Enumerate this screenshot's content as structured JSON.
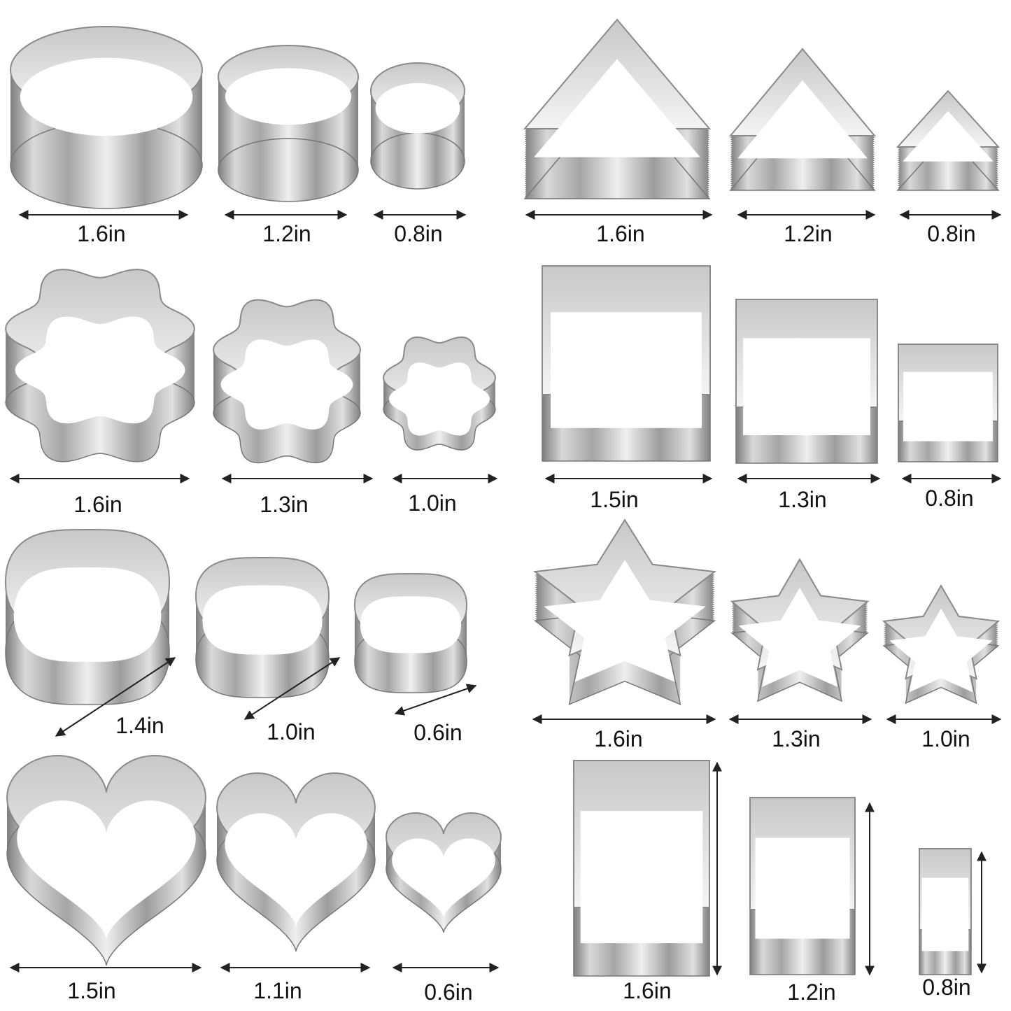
{
  "groups": [
    {
      "shape": "circle",
      "sizes": [
        "1.6in",
        "1.2in",
        "0.8in"
      ]
    },
    {
      "shape": "triangle",
      "sizes": [
        "1.6in",
        "1.2in",
        "0.8in"
      ]
    },
    {
      "shape": "flower",
      "sizes": [
        "1.6in",
        "1.3in",
        "1.0in"
      ]
    },
    {
      "shape": "square",
      "sizes": [
        "1.5in",
        "1.3in",
        "0.8in"
      ]
    },
    {
      "shape": "oval",
      "sizes": [
        "1.4in",
        "1.0in",
        "0.6in"
      ]
    },
    {
      "shape": "star",
      "sizes": [
        "1.6in",
        "1.3in",
        "1.0in"
      ]
    },
    {
      "shape": "heart",
      "sizes": [
        "1.5in",
        "1.1in",
        "0.6in"
      ]
    },
    {
      "shape": "rectangle",
      "sizes": [
        "1.6in",
        "1.2in",
        "0.8in"
      ]
    }
  ],
  "colors": {
    "metal_dark": "#8a8a8a",
    "metal_light": "#f2f2f2",
    "label": "#111111",
    "arrow": "#222222"
  }
}
